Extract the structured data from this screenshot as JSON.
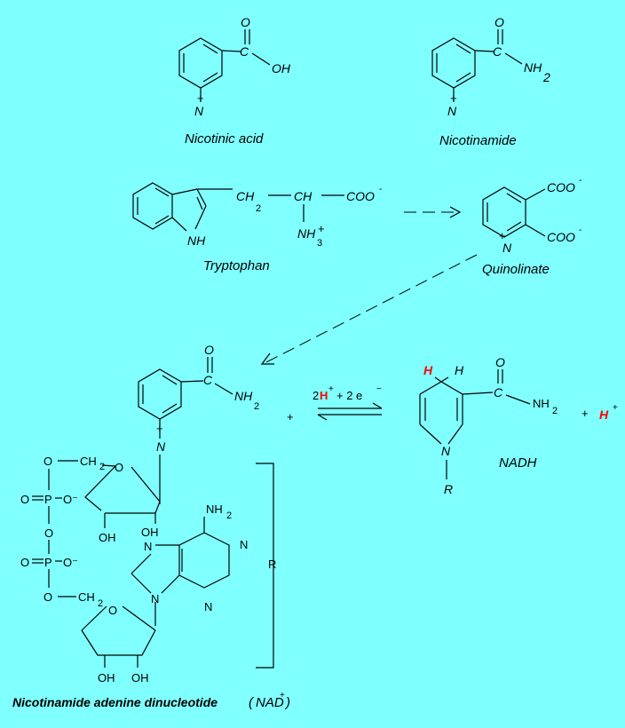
{
  "compounds": {
    "nicotinic_acid": "Nicotinic acid",
    "nicotinamide": "Nicotinamide",
    "tryptophan": "Tryptophan",
    "quinolinate": "Quinolinate",
    "nadh": "NADH",
    "nad_full": "Nicotinamide adenine dinucleotide",
    "nad_abbrev": "NAD",
    "nad_charge": "+"
  },
  "atoms": {
    "o": "O",
    "c": "C",
    "n": "N",
    "oh": "OH",
    "nh": "NH",
    "nh2_base": "NH",
    "two": "2",
    "three": "3",
    "h": "H",
    "r": "R",
    "p": "P",
    "ch": "CH",
    "ch2": "CH",
    "coo": "COO",
    "minus": "-",
    "plus": "+",
    "o_minus": "O⁻",
    "ring_o": "O"
  },
  "reaction": {
    "reagent_2": "2",
    "reagent_h": "H",
    "reagent_sup": "+",
    "reagent_plus": "+  2 e",
    "reagent_e_sup": "−",
    "plus_sign": "+",
    "proton": "H",
    "proton_charge": "+",
    "bracket_r": "R"
  },
  "colors": {
    "background": "#80ffff",
    "highlight": "#ff0000",
    "ink": "#000000"
  }
}
